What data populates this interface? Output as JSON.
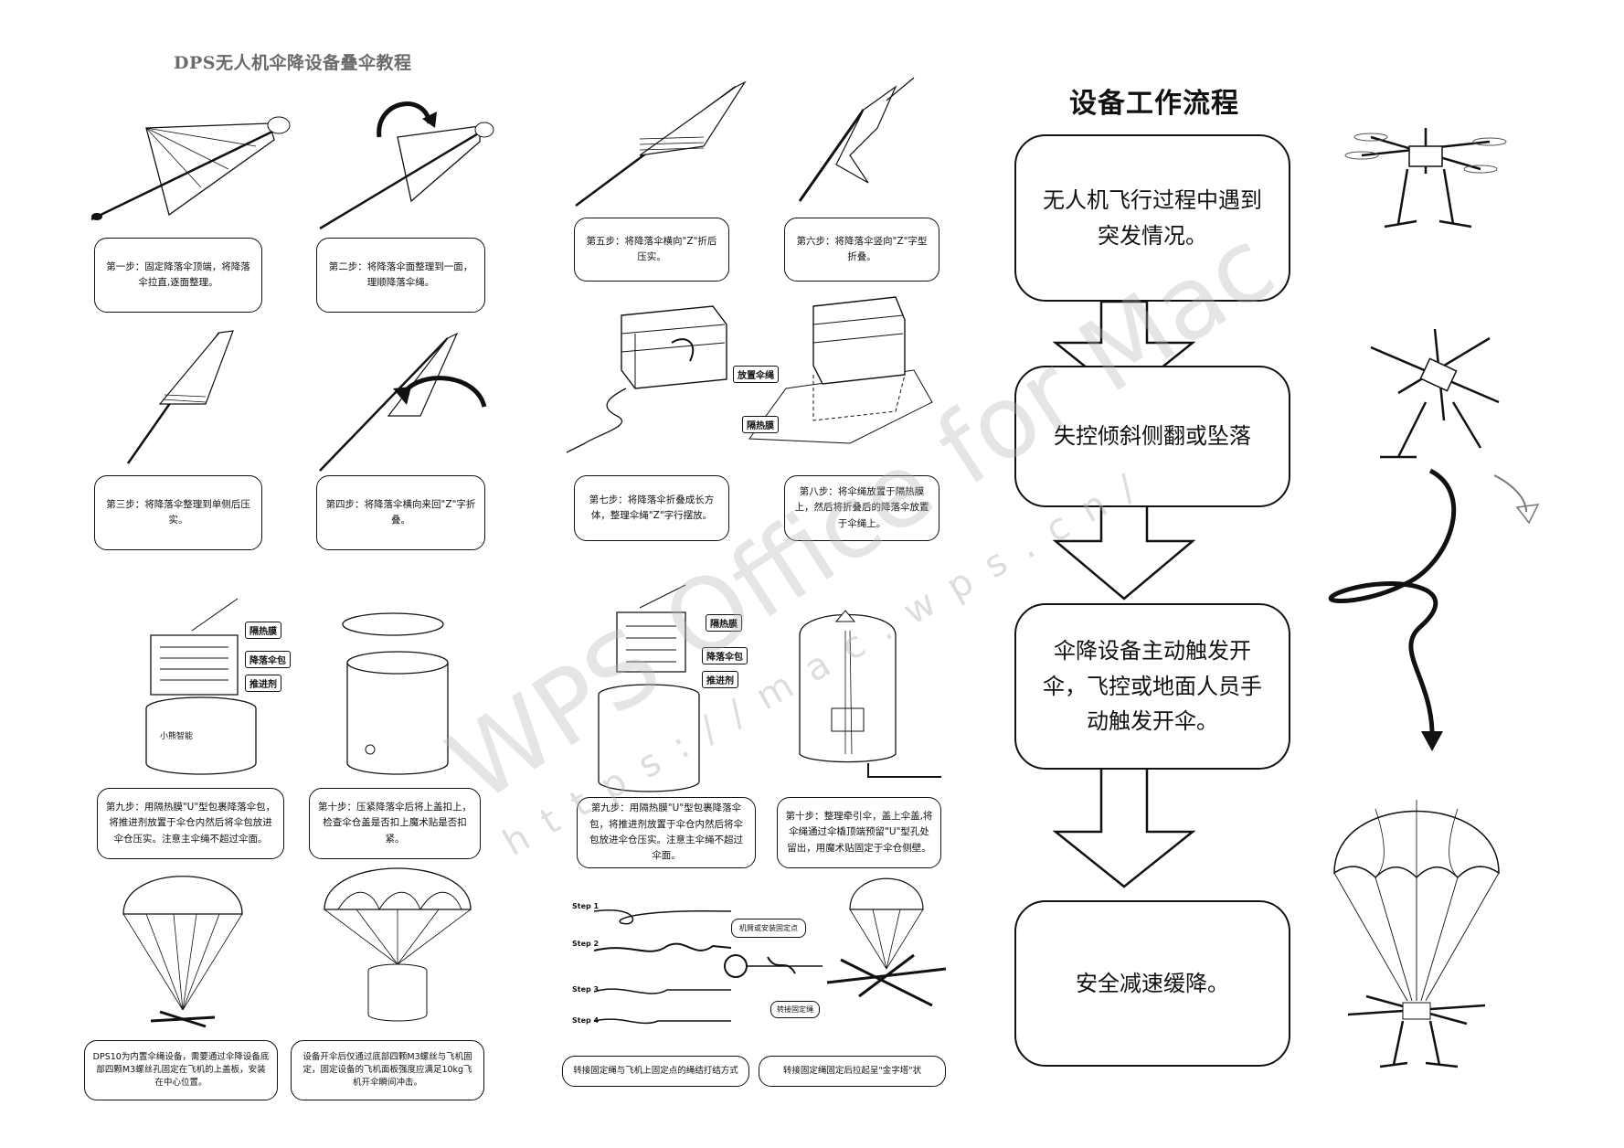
{
  "page_title": "DPS无人机伞降设备叠伞教程",
  "steps": {
    "s1": "第一步：固定降落伞顶端，将降落伞拉直,逐面整理。",
    "s2": "第二步：将降落伞面整理到一面，理顺降落伞绳。",
    "s3": "第三步：将降落伞整理到单侧后压实。",
    "s4": "第四步：将降落伞横向来回\"Z\"字折叠。",
    "s5": "第五步：将降落伞横向\"Z\"折后压实。",
    "s6": "第六步：将降落伞竖向\"Z\"字型折叠。",
    "s7": "第七步：将降落伞折叠成长方体，整理伞绳\"Z\"字行摆放。",
    "s8": "第八步：将伞绳放置于隔热膜上，然后将折叠后的降落伞放置于伞绳上。",
    "s9a": "第九步：用隔热膜\"U\"型包裹降落伞包，将推进剂放置于伞仓内然后将伞包放进伞仓压实。注意主伞绳不超过伞面。",
    "s10a": "第十步：压紧降落伞后将上盖扣上，检查伞仓盖是否扣上魔术贴是否扣紧。",
    "s9b": "第九步：用隔热膜\"U\"型包裹降落伞包，将推进剂放置于伞仓内然后将伞包放进伞仓压实。注意主伞绳不超过伞面。",
    "s10b": "第十步：整理牵引伞，盖上伞盖,将伞绳通过伞橇顶端预留\"U\"型孔处留出，用魔术贴固定于伞仓侧壁。",
    "c1": "DPS10为内置伞绳设备，需要通过伞降设备底部四颗M3螺丝孔固定在飞机的上盖板，安装在中心位置。",
    "c2": "设备开伞后仅通过底部四颗M3螺丝与飞机固定，固定设备的飞机面板强度应满足10kg飞机开伞瞬间冲击。",
    "c3": "转接固定绳与飞机上固定点的绳结打结方式",
    "c4": "转接固定绳固定后拉起呈\"金字塔\"状"
  },
  "labels": {
    "rope_place": "放置伞绳",
    "heat_film": "隔热膜",
    "chute_pack": "降落伞包",
    "propellant": "推进剂",
    "heat_film2": "隔热膜",
    "chute_pack2": "降落伞包",
    "propellant2": "推进剂",
    "brand": "小熊智能",
    "fix_point": "机臂或安装固定点",
    "adapter_rope": "转接固定绳",
    "step_1": "Step 1",
    "step_2": "Step 2",
    "step_3": "Step 3",
    "step_4": "Step 4"
  },
  "flow": {
    "title": "设备工作流程",
    "box1": "无人机飞行过程中遇到突发情况。",
    "box2": "失控倾斜侧翻或坠落",
    "box3": "伞降设备主动触发开伞，飞控或地面人员手动触发开伞。",
    "box4": "安全减速缓降。"
  },
  "watermark": {
    "main": "WPS Office for Mac",
    "url": "https://mac.wps.cn/"
  }
}
